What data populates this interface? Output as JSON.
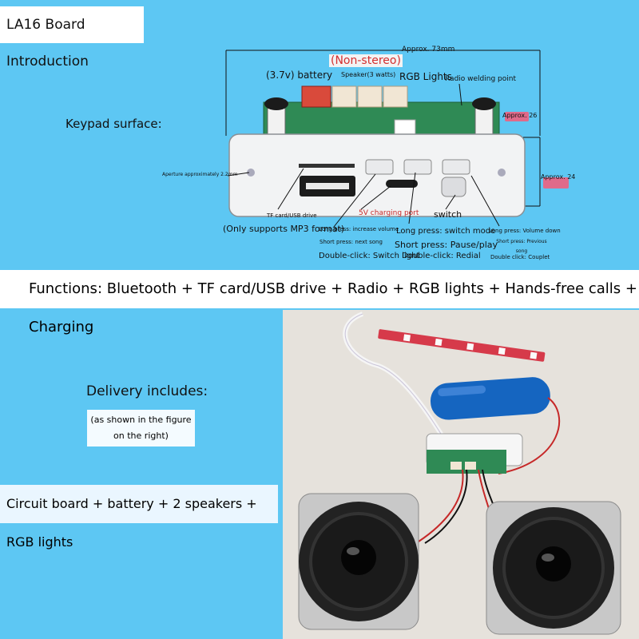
{
  "title": "LA16 Board Introduction",
  "keypad_label": "Keypad surface:",
  "dims": {
    "width": "Approx. 73mm",
    "right_top": "Approx. 26",
    "right_bottom": "Approx. 24",
    "aperture": "Aperture approximately 2.2mm"
  },
  "top_labels": {
    "non_stereo": "(Non-stereo)",
    "battery": "(3.7v) battery",
    "speaker": "Speaker(3 watts)",
    "rgb": "RGB Lights",
    "radio": "Radio welding point"
  },
  "bottom_labels": {
    "tf": "TF card/USB drive",
    "mp3": "(Only supports MP3 format)",
    "charging": "5V charging port",
    "switch": "switch",
    "vol_up": "Long press: increase volume",
    "next": "Short press: next song",
    "dbl_left": "Double-click: Switch light",
    "mode": "Long press: switch mode",
    "pause": "Short press: Pause/play",
    "dbl_mid": "Double-click: Redial",
    "vol_down": "Long press: Volume down",
    "previous": "Short press: Previous song",
    "dbl_right": "Double click: Couplet"
  },
  "functions": "Functions: Bluetooth + TF card/USB drive + Radio + RGB lights + Hands-free calls + Charging",
  "delivery": {
    "title": "Delivery includes:",
    "note_line1": "(as shown in the figure",
    "note_line2": "on the right)",
    "contents": "Circuit board + battery + 2 speakers + RGB lights"
  }
}
